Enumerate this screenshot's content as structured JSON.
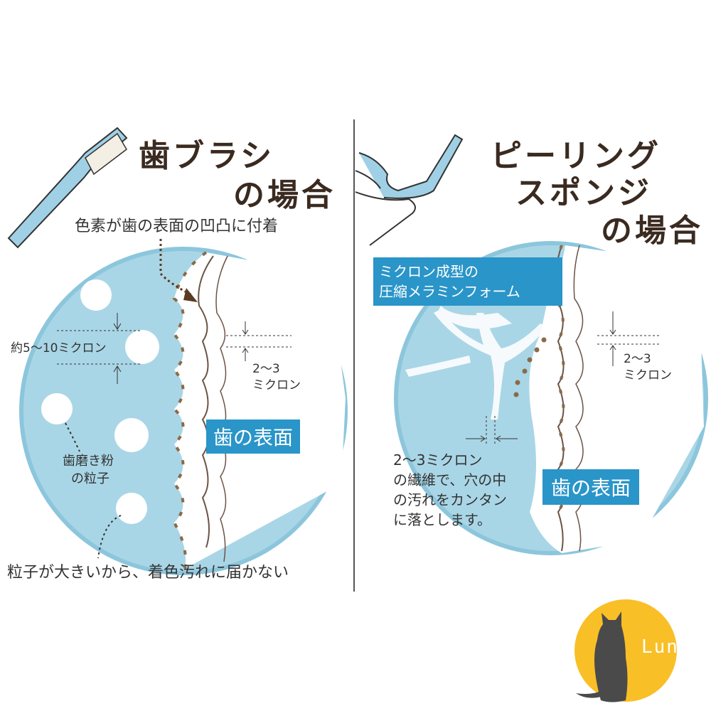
{
  "left_panel": {
    "title_line1": "歯ブラシ",
    "title_line2": "の場合",
    "pigment_caption": "色素が歯の表面の凹凸に付着",
    "particle_size_label": "約5～10ミクロン",
    "gap_size_label_line1": "2～3",
    "gap_size_label_line2": "ミクロン",
    "tooth_surface_label": "歯の表面",
    "powder_label_line1": "歯磨き粉",
    "powder_label_line2": "の粒子",
    "bottom_caption": "粒子が大きいから、着色汚れに届かない"
  },
  "right_panel": {
    "title_line1": "ピーリング",
    "title_line2": "スポンジ",
    "title_line3": "の場合",
    "foam_label_line1": "ミクロン成型の",
    "foam_label_line2": "圧縮メラミンフォーム",
    "gap_size_label_line1": "2～3",
    "gap_size_label_line2": "ミクロン",
    "fiber_caption_line1": "2～3ミクロン",
    "fiber_caption_line2": "の繊維で、穴の中",
    "fiber_caption_line3": "の汚れをカンタン",
    "fiber_caption_line4": "に落とします。",
    "tooth_surface_label": "歯の表面"
  },
  "logo": {
    "text": "Luna"
  },
  "colors": {
    "circle_fill": "#a9d6e6",
    "circle_border": "#8cc6dc",
    "label_box": "#2a95c8",
    "stain": "#8a6a4a",
    "title": "#3a2a20",
    "logo_bg": "#f9bf26",
    "logo_cat": "#4a4a4a"
  }
}
